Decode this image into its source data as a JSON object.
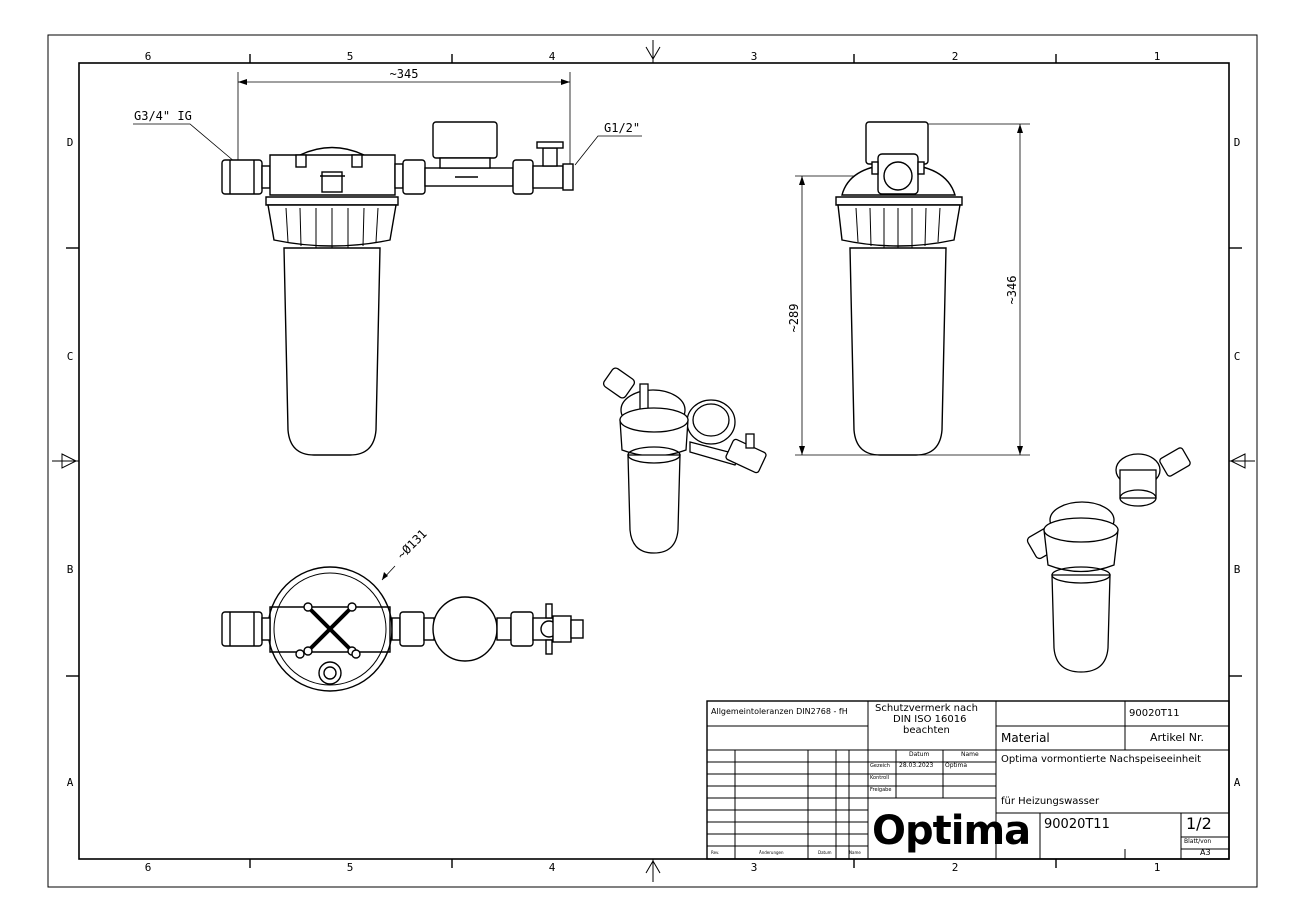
{
  "sheet": {
    "zone_columns_top": [
      "6",
      "5",
      "4",
      "3",
      "2",
      "1"
    ],
    "zone_columns_bottom": [
      "6",
      "5",
      "4",
      "3",
      "2",
      "1"
    ],
    "zone_rows_left": [
      "D",
      "C",
      "B",
      "A"
    ],
    "zone_rows_right": [
      "D",
      "C",
      "B",
      "A"
    ]
  },
  "dimensions": {
    "front_width": "~345",
    "inlet_thread": "G3/4\" IG",
    "outlet_thread": "G1/2\"",
    "side_height_body": "~289",
    "side_height_total": "~346",
    "top_diameter": "~Ø131"
  },
  "title_block": {
    "tolerances": "Allgemeintoleranzen DIN2768 - fH",
    "protection_line1": "Schutzvermerk nach",
    "protection_line2": "DIN ISO 16016",
    "protection_line3": "beachten",
    "article_no_value": "90020T11",
    "material_label": "Material",
    "article_no_label": "Artikel Nr.",
    "col_datum": "Datum",
    "col_name": "Name",
    "row_gezeich": "Gezeich",
    "row_kontroll": "Kontroll",
    "row_freigabe": "Freigabe",
    "drawn_date": "28.03.2023",
    "drawn_name": "Optima",
    "description_line1": "Optima vormontierte Nachspeiseeinheit",
    "description_line2": "für Heizungswasser",
    "logo_text": "Optima",
    "drawing_no": "90020T11",
    "sheet_no": "1/2",
    "sheet_label": "Blatt/von",
    "format": "A3",
    "rev_label": "Rev.",
    "changes_label": "Änderungen",
    "date_label": "Datum",
    "name_label": "Name"
  }
}
